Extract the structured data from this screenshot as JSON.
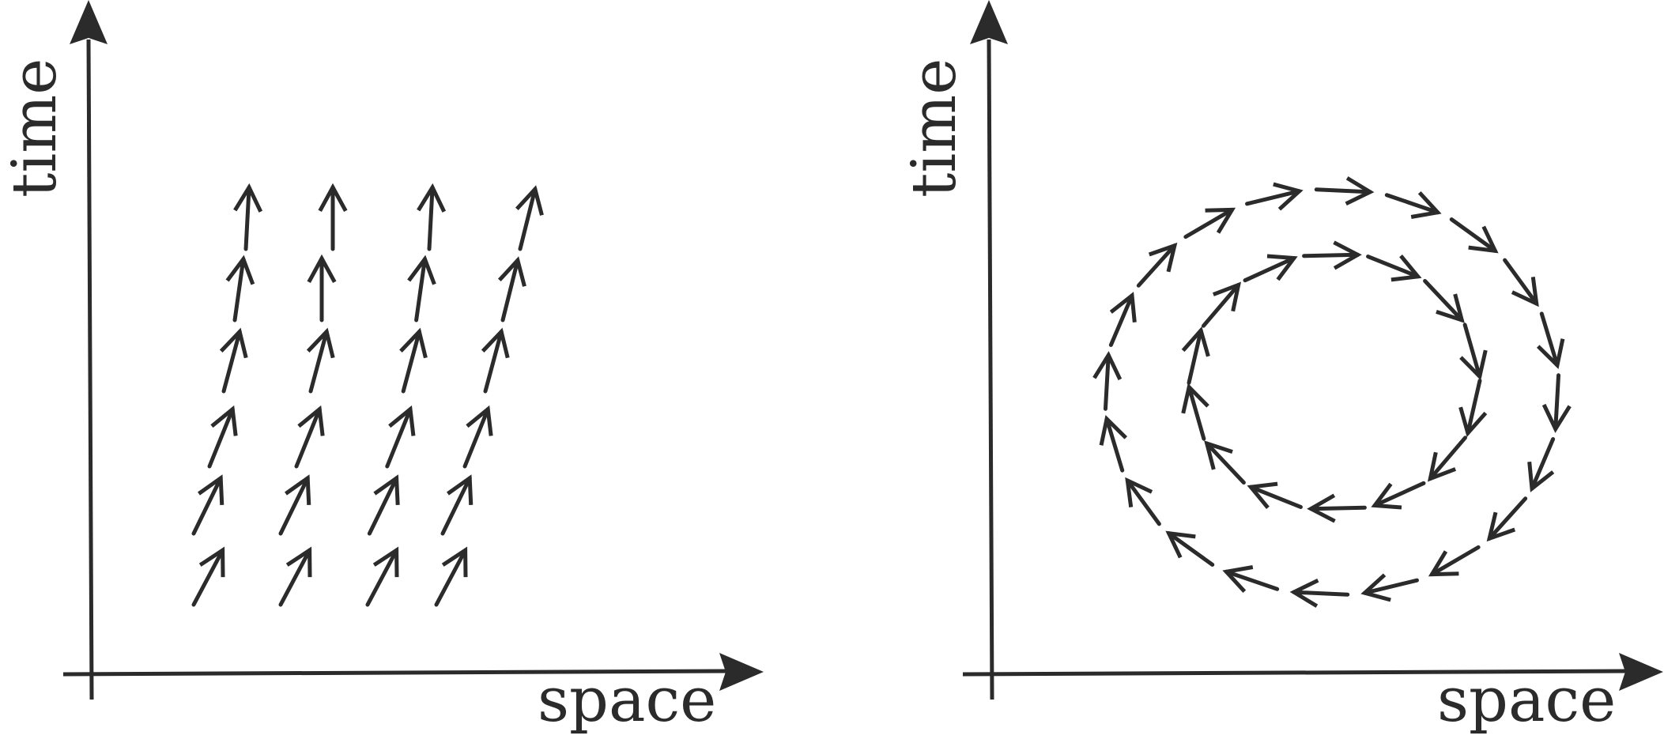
{
  "panels": [
    {
      "id": "left",
      "x_label": "space",
      "y_label": "time",
      "pattern": "tilted-arrows"
    },
    {
      "id": "right",
      "x_label": "space",
      "y_label": "time",
      "pattern": "circular-arrows"
    }
  ]
}
